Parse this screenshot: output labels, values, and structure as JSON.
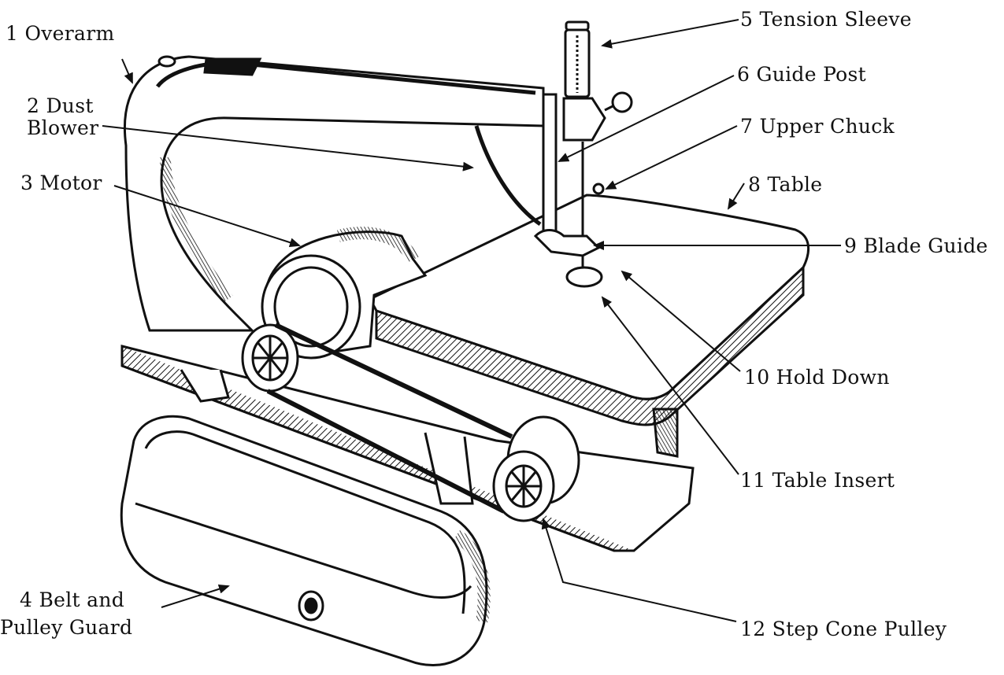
{
  "labels": {
    "overarm": "1 Overarm",
    "dust_blower_1": "2 Dust",
    "dust_blower_2": "Blower",
    "motor": "3 Motor",
    "belt_guard_1": "4 Belt and",
    "belt_guard_2": "Pulley Guard",
    "tension_sleeve": "5 Tension Sleeve",
    "guide_post": "6 Guide Post",
    "upper_chuck": "7 Upper Chuck",
    "table": "8 Table",
    "blade_guide": "9 Blade Guide",
    "hold_down": "10 Hold Down",
    "table_insert": "11 Table Insert",
    "step_cone_pulley": "12 Step Cone Pulley"
  },
  "colors": {
    "ink": "#111111",
    "paper": "#ffffff"
  }
}
